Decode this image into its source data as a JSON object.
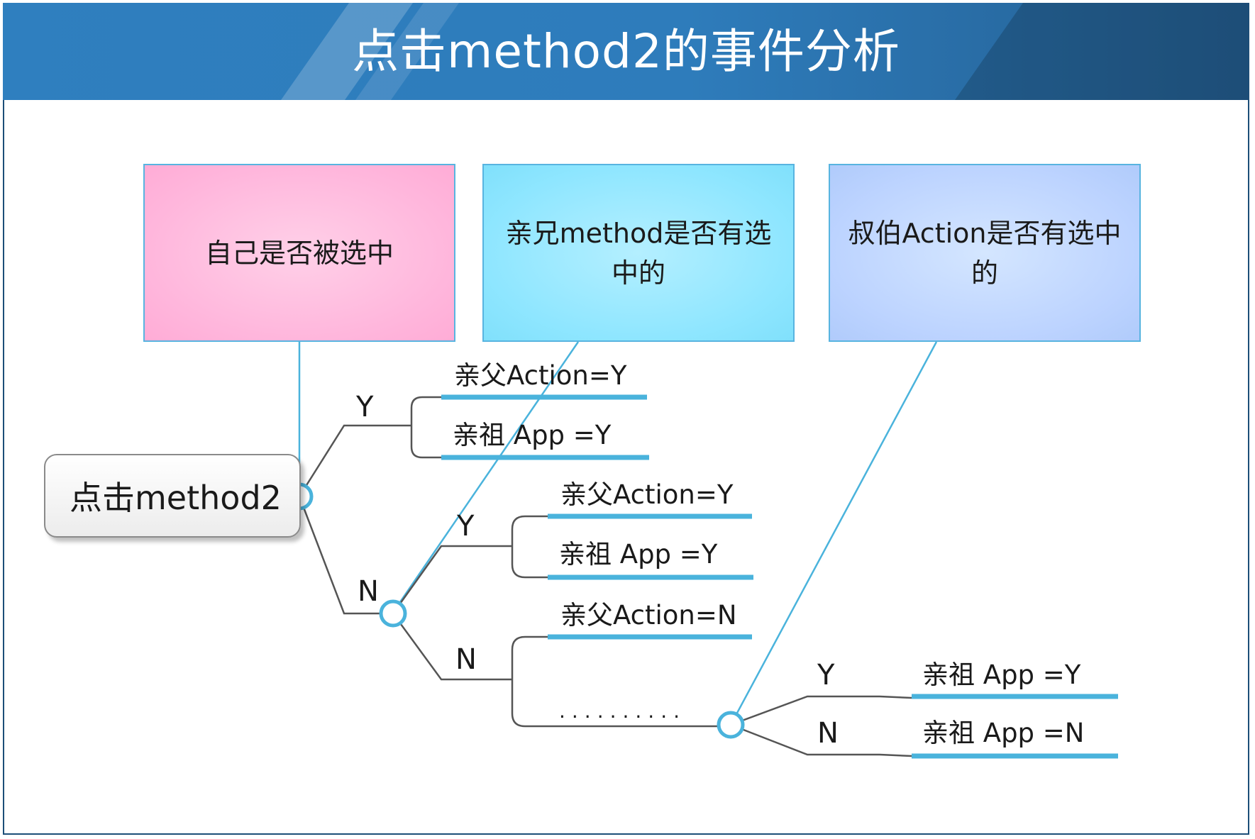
{
  "header": {
    "title": "点击method2的事件分析"
  },
  "boxes": {
    "self_selected": "自己是否被选中",
    "sibling_method_selected": "亲兄method是否有选中的",
    "uncle_action_selected": "叔伯Action是否有选中的"
  },
  "root": {
    "label": "点击method2"
  },
  "branches": {
    "y1": "Y",
    "n1": "N",
    "y2": "Y",
    "n2": "N",
    "y3": "Y",
    "n3": "N"
  },
  "results": {
    "r1": "亲父Action=Y",
    "r2": "亲祖 App =Y",
    "r3": "亲父Action=Y",
    "r4": "亲祖 App =Y",
    "r5": "亲父Action=N",
    "r6": "亲祖 App =Y",
    "r7": "亲祖 App =N"
  },
  "ellipsis": "..........",
  "colors": {
    "header_blue": "#2f7fbf",
    "line_blue": "#4ab3dc",
    "tree_gray": "#555555",
    "box_pink": "#ffb6dc",
    "box_cyan": "#8ee6ff",
    "box_lavender": "#bcd3ff"
  }
}
